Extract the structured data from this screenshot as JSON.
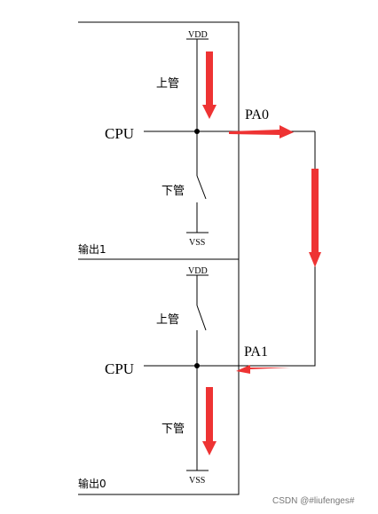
{
  "labels": {
    "vdd": "VDD",
    "vss": "VSS",
    "upper_switch": "上管",
    "lower_switch": "下管",
    "cpu": "CPU",
    "pa0": "PA0",
    "pa1": "PA1",
    "output1": "输出1",
    "output0": "输出0"
  },
  "watermark": "CSDN @#liufenges#",
  "colors": {
    "line": "#000000",
    "arrow": "#ee3333",
    "background": "#ffffff",
    "watermark": "#777777"
  }
}
